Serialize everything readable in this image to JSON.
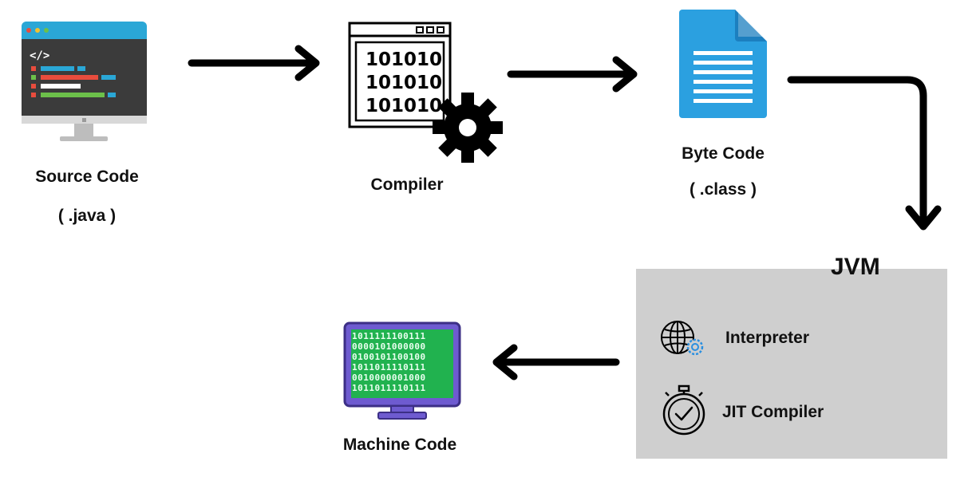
{
  "nodes": {
    "source": {
      "title": "Source Code",
      "subtitle": "( .java )",
      "icon": "monitor-code-icon"
    },
    "compiler": {
      "title": "Compiler",
      "icon": "binary-window-gear-icon",
      "binary_lines": [
        "101010",
        "101010",
        "101010"
      ]
    },
    "bytecode": {
      "title": "Byte Code",
      "subtitle": "( .class )",
      "icon": "document-icon"
    },
    "jvm": {
      "title": "JVM",
      "items": [
        {
          "label": "Interpreter",
          "icon": "globe-gear-icon"
        },
        {
          "label": "JIT Compiler",
          "icon": "stopwatch-icon"
        }
      ]
    },
    "machine": {
      "title": "Machine Code",
      "icon": "binary-monitor-icon",
      "binary_rows": [
        "1011111100111",
        "0000101000000",
        "0100101100100",
        "1011011110111",
        "0010000001000",
        "1011011110111"
      ]
    }
  },
  "edges": [
    {
      "from": "source",
      "to": "compiler"
    },
    {
      "from": "compiler",
      "to": "bytecode"
    },
    {
      "from": "bytecode",
      "to": "jvm"
    },
    {
      "from": "jvm",
      "to": "machine"
    }
  ],
  "colors": {
    "monitor_frame": "#d8d8d8",
    "monitor_screen": "#3b3b3b",
    "monitor_topbar": "#2aa7d6",
    "document": "#2ba0e0",
    "jvm_box": "#cfcfcf",
    "binary_screen": "#21b24f",
    "binary_frame": "#6e5bd0"
  }
}
